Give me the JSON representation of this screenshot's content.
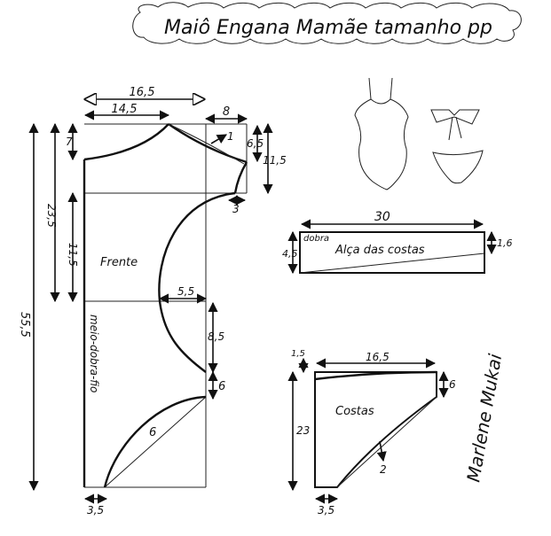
{
  "title": "Maiô Engana Mamãe tamanho pp",
  "front": {
    "label": "Frente",
    "fold_label": "meio-dobra-fio",
    "dims": {
      "top_total": "16,5",
      "top_left": "14,5",
      "top_right": "8",
      "strap_offset": "1",
      "side_small": "6,5",
      "side_total": "11,5",
      "armhole_offset": "3",
      "upper_height": "23,5",
      "mid_height": "11,5",
      "waist_depth": "5,5",
      "leg_height": "8,5",
      "crotch_height": "6",
      "full_height": "55,5",
      "leg_curve": "6",
      "bottom_width": "3,5"
    }
  },
  "strap": {
    "label": "Alça das costas",
    "fold_label": "dobra",
    "dims": {
      "length": "30",
      "height_left": "4,5",
      "height_right": "1,6"
    }
  },
  "back": {
    "label": "Costas",
    "dims": {
      "top_offset": "1,5",
      "top_width": "16,5",
      "side": "6",
      "height": "23",
      "curve": "2",
      "bottom_width": "3,5"
    }
  },
  "signature": "Marlene Mukai"
}
